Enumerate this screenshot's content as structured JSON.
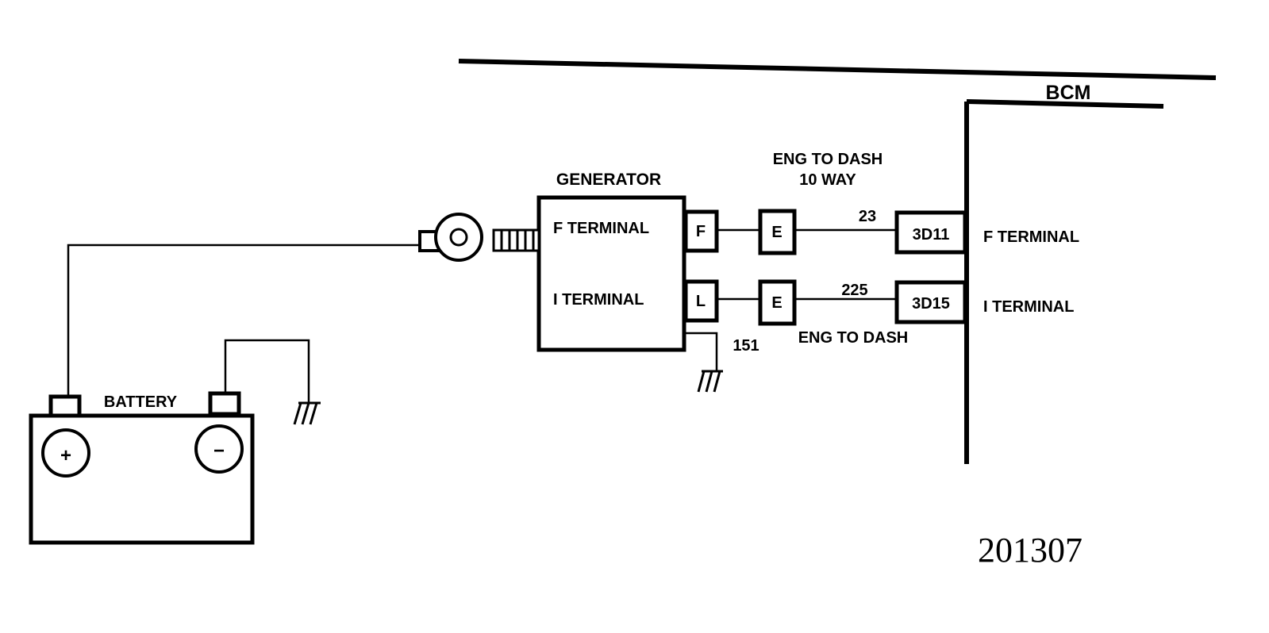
{
  "labels": {
    "bcm": "BCM",
    "generator": "GENERATOR",
    "gen_f_terminal": "F  TERMINAL",
    "gen_i_terminal": "I  TERMINAL",
    "gen_pin_f": "F",
    "gen_pin_l": "L",
    "connector_top_line1": "ENG TO DASH",
    "connector_top_line2": "10 WAY",
    "connector_bottom": "ENG TO DASH",
    "conn_pin_e_top": "E",
    "conn_pin_e_bottom": "E",
    "wire_23": "23",
    "wire_225": "225",
    "wire_151": "151",
    "bcm_pin_3d11": "3D11",
    "bcm_pin_3d15": "3D15",
    "bcm_f_terminal": "F  TERMINAL",
    "bcm_i_terminal": "I  TERMINAL",
    "battery": "BATTERY",
    "battery_pos": "+",
    "battery_neg": "−",
    "figure_number": "201307"
  },
  "colors": {
    "ink": "#000000",
    "paper": "#ffffff"
  }
}
